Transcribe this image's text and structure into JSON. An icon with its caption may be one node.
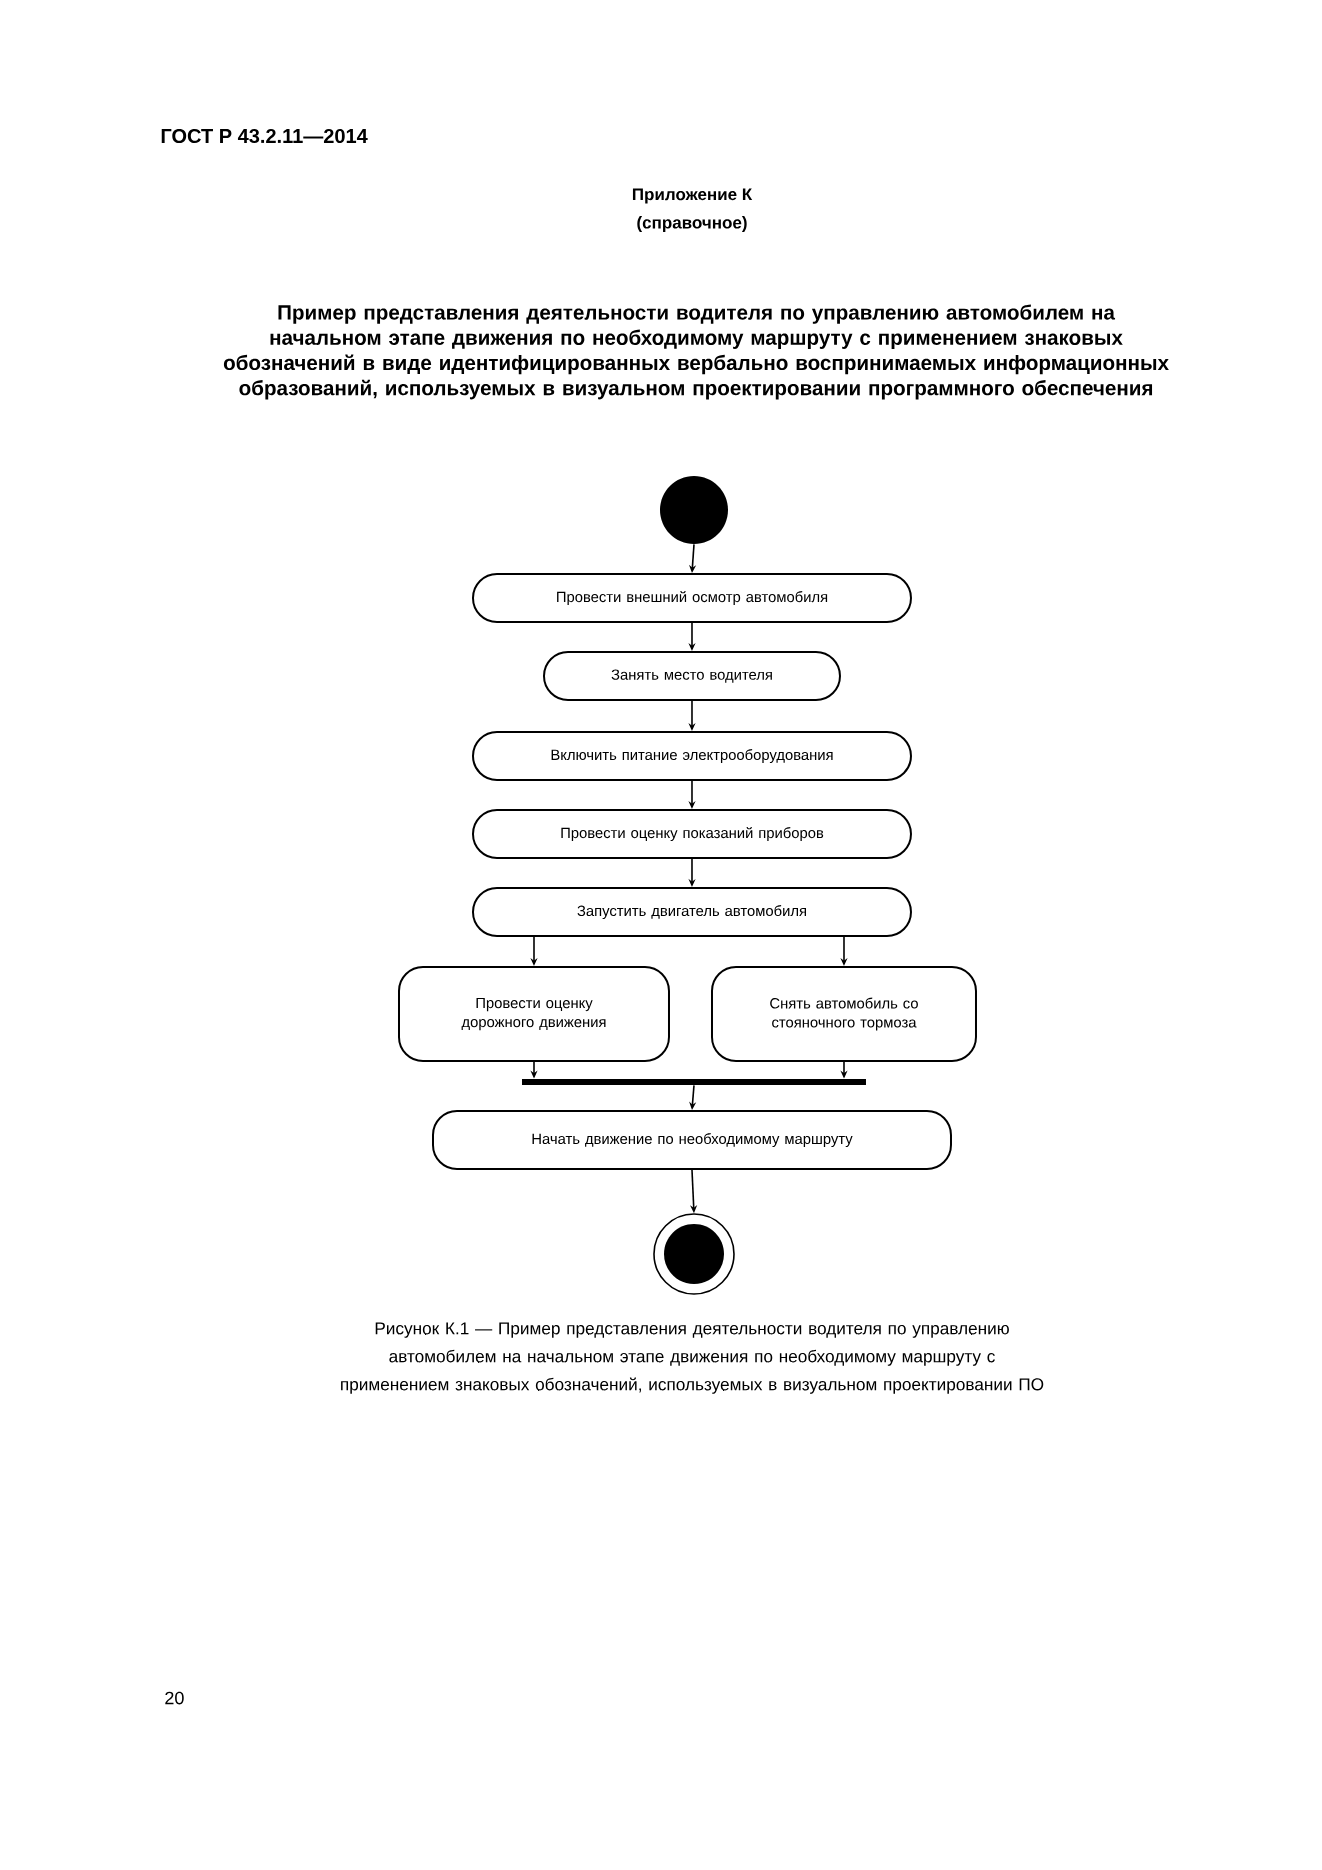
{
  "diagram": {
    "title": "Пример представления деятельности водителя по управлению автомобилем на начальном этапе движения по необходимому маршруту с применением знаковых обозначений в виде идентифицированных вербально воспринимаемых информационных образований, используемых в визуальном проектировании программного обеспечения",
    "caption": "Рисунок К.1 — Пример представления деятельности водителя по управлению автомобилем на начальном этапе движения по необходимому маршруту с применением знаковых обозначений, используемых в визуальном проектировании ПО",
    "nodes": [
      {
        "text": [],
        "shape": "circle"
      },
      {
        "text": [
          "Провести внешний осмотр автомобиля"
        ]
      },
      {
        "text": [
          "Занять место водителя"
        ]
      },
      {
        "text": [
          "Включить питание электрооборудования"
        ]
      },
      {
        "text": [
          "Провести оценку показаний приборов"
        ]
      },
      {
        "text": [
          "Запустить двигатель автомобиля"
        ]
      },
      {
        "text": [
          "Провести оценку дорожного движения"
        ]
      },
      {
        "text": [
          "Снять автомобиль со стояночного тормоза"
        ]
      },
      {
        "text": [],
        "shape": "bar"
      },
      {
        "text": [
          "Начать движение по необходимому маршруту"
        ]
      },
      {
        "text": [],
        "shape": "circle"
      }
    ],
    "edges": [
      {
        "from": 0,
        "to": 1,
        "arrow": "to"
      },
      {
        "from": 1,
        "to": 2,
        "arrow": "to"
      },
      {
        "from": 2,
        "to": 3,
        "arrow": "to"
      },
      {
        "from": 3,
        "to": 4,
        "arrow": "to"
      },
      {
        "from": 4,
        "to": 5,
        "arrow": "to"
      },
      {
        "from": 5,
        "to": 6,
        "arrow": "to"
      },
      {
        "from": 5,
        "to": 7,
        "arrow": "to"
      },
      {
        "from": 6,
        "to": 8,
        "arrow": "to"
      },
      {
        "from": 7,
        "to": 8,
        "arrow": "to"
      },
      {
        "from": 8,
        "to": 9,
        "arrow": "to"
      },
      {
        "from": 9,
        "to": 10,
        "arrow": "to"
      }
    ],
    "labels": [
      "ГОСТ Р 43.2.11—2014",
      "Приложение К",
      "(справочное)",
      "20"
    ]
  }
}
